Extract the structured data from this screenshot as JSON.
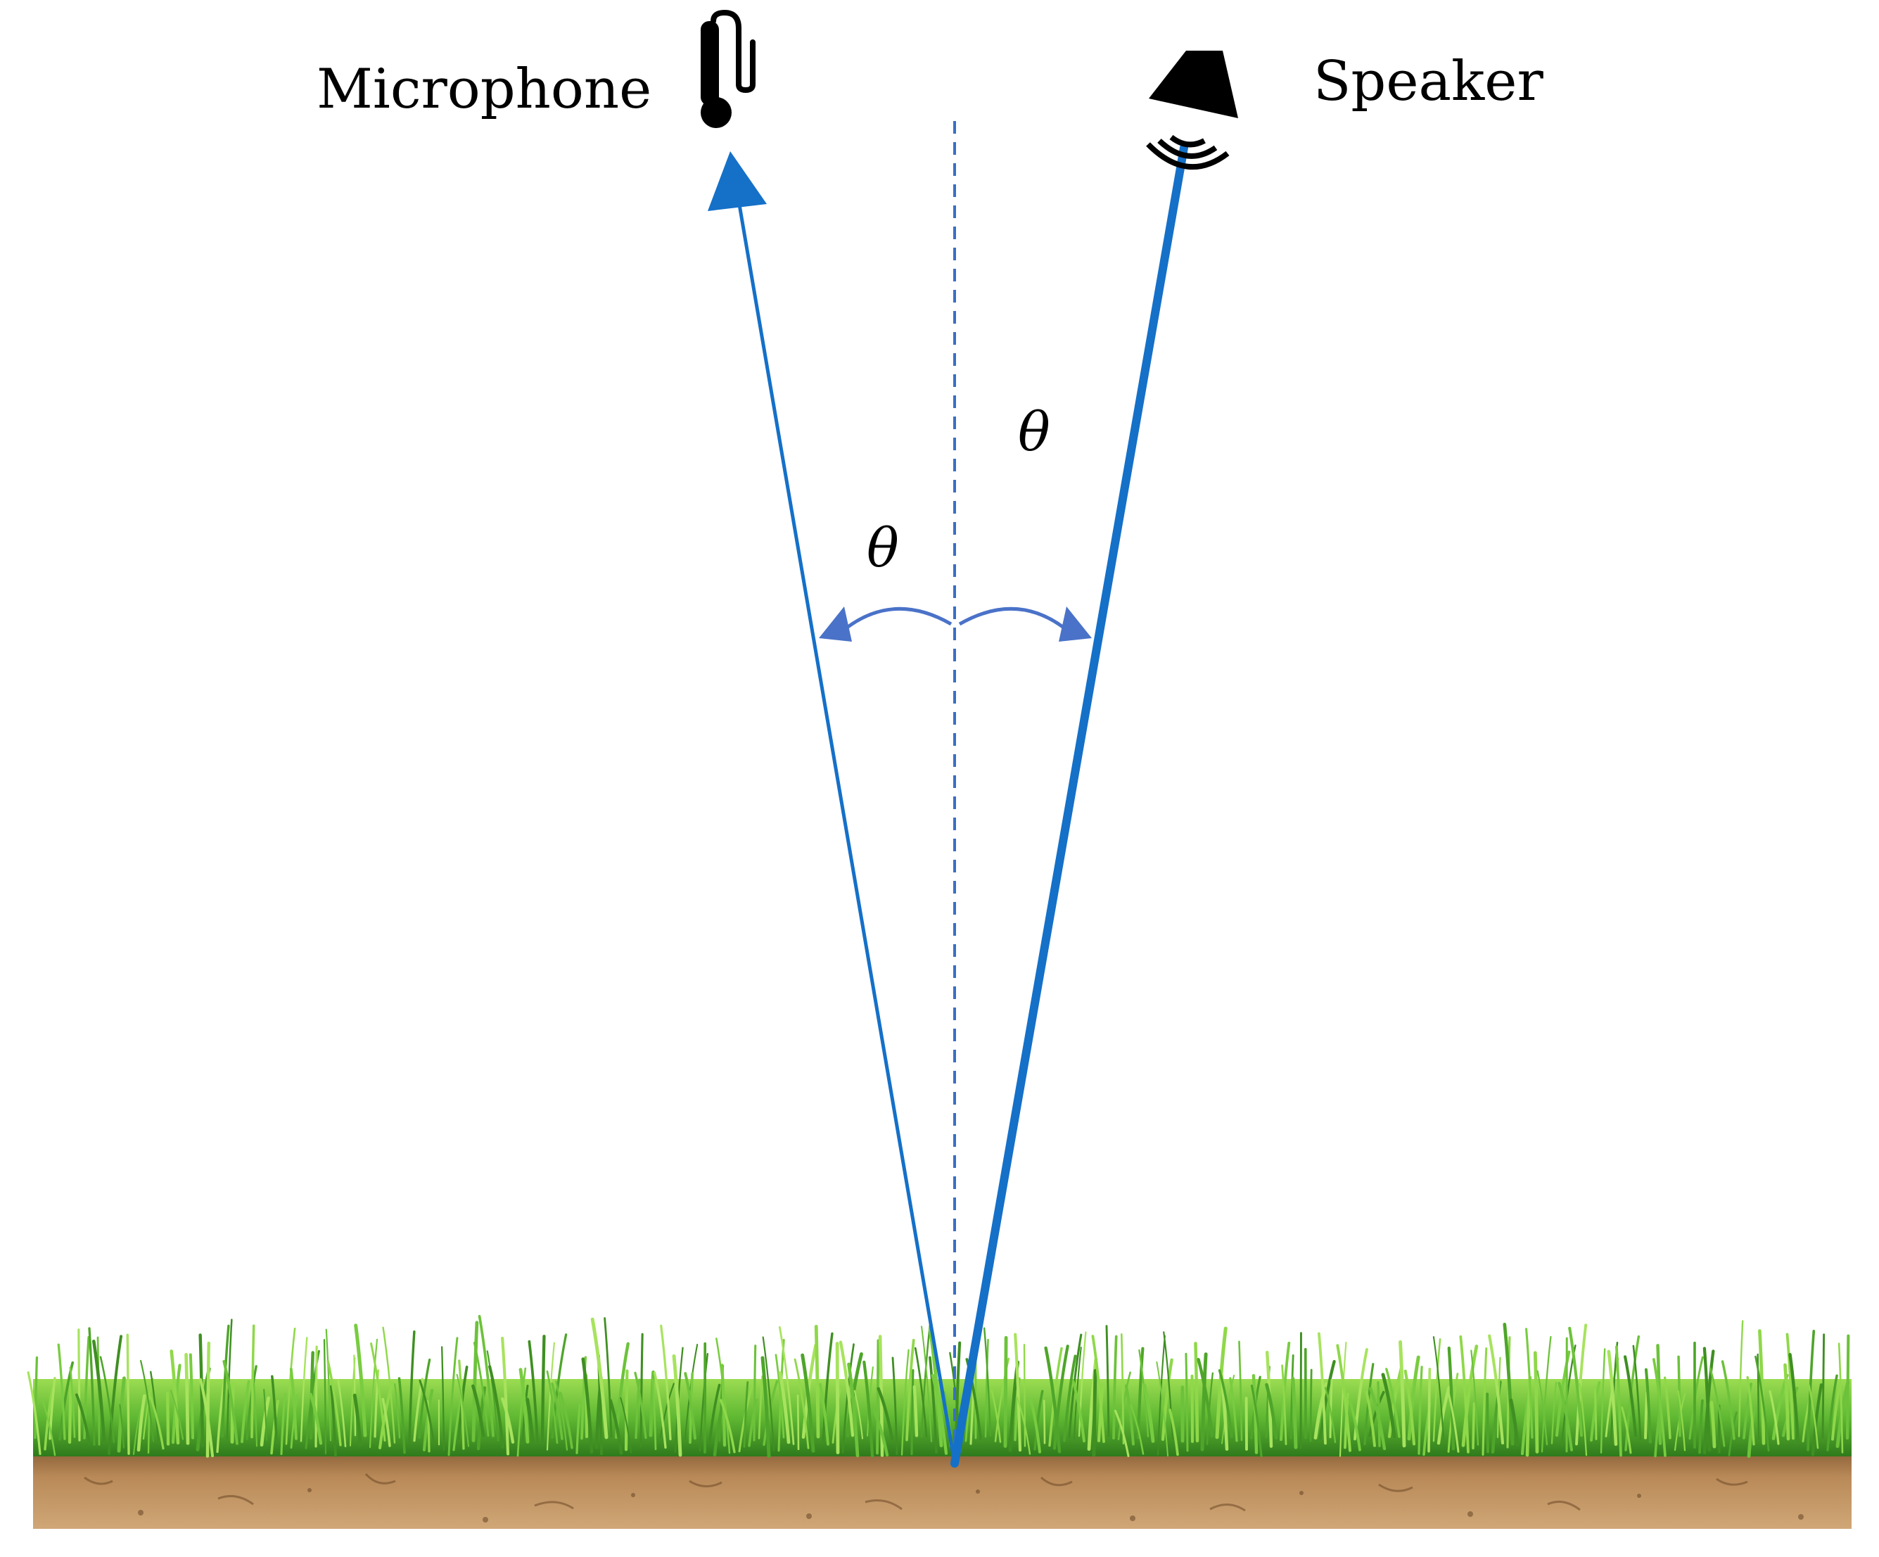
{
  "labels": {
    "microphone": "Microphone",
    "speaker": "Speaker",
    "angle_left": "θ",
    "angle_right": "θ"
  },
  "icons": {
    "microphone": "microphone-icon",
    "speaker": "speaker-icon"
  },
  "colors": {
    "incident_ray": "#1570c8",
    "reflected_ray": "#1570c8",
    "normal_line": "#3a6fc4",
    "angle_arc": "#4a72c8",
    "grass_light": "#7ccf3b",
    "grass_dark": "#2f8a1e",
    "soil_light": "#c89d6b",
    "soil_dark": "#7a5330",
    "text": "#000000"
  }
}
